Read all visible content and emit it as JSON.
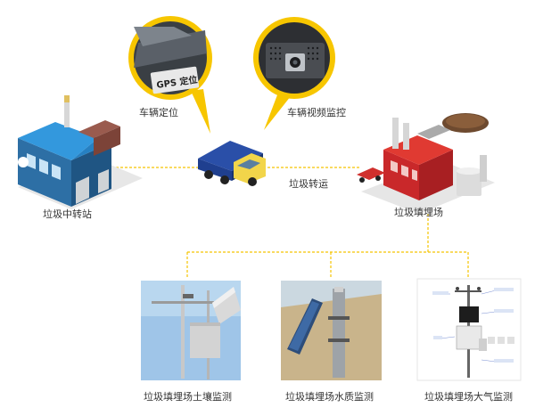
{
  "nodes": {
    "transfer_station": {
      "label": "垃圾中转站"
    },
    "landfill": {
      "label": "垃圾填埋场"
    },
    "vehicle_positioning": {
      "label": "车辆定位",
      "photo_text": "GPS 定位"
    },
    "vehicle_video": {
      "label": "车辆视频监控"
    },
    "transport": {
      "label": "垃圾转运"
    },
    "soil_monitoring": {
      "label": "垃圾填埋场土壤监测"
    },
    "water_monitoring": {
      "label": "垃圾填埋场水质监测"
    },
    "air_monitoring": {
      "label": "垃圾填埋场大气监测"
    }
  },
  "colors": {
    "connector": "#f5c400",
    "callout": "#f7c600",
    "transfer_station_roof": "#2b8bd0",
    "landfill_building": "#d8342c",
    "truck_cab": "#f2d54a",
    "truck_body": "#1f3f8f"
  }
}
